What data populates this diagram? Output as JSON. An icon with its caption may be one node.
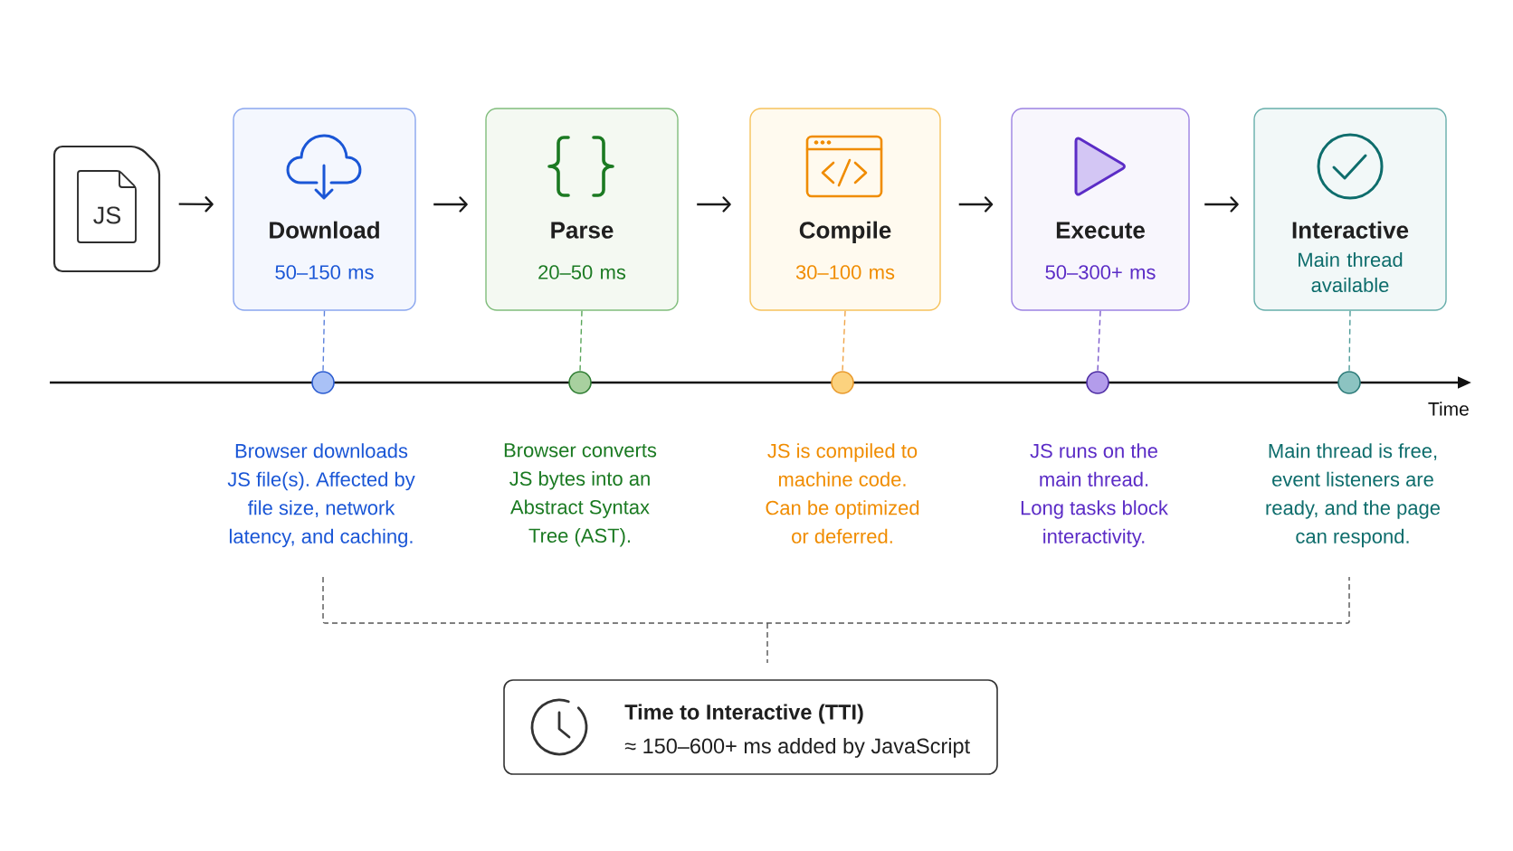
{
  "diagram": {
    "nodes": [
      {
        "text": [
          "JS"
        ]
      },
      {
        "text": [
          "Download",
          "50–150 ms"
        ]
      },
      {
        "text": [
          "Parse",
          "20–50 ms"
        ]
      },
      {
        "text": [
          "Compile",
          "30–100 ms"
        ]
      },
      {
        "text": [
          "Execute",
          "50–300+ ms"
        ]
      },
      {
        "text": [
          "Interactive",
          "Main thread available"
        ]
      },
      {
        "text": [],
        "shape": "circle",
        "beside": [
          "Browser downloads JS file(s). Affected by file size, network latency, and caching."
        ]
      },
      {
        "text": [],
        "shape": "circle",
        "beside": [
          "Browser converts JS bytes into an Abstract Syntax Tree (AST)."
        ]
      },
      {
        "text": [],
        "shape": "circle",
        "beside": [
          "JS is compiled to machine code. Can be optimized or deferred."
        ]
      },
      {
        "text": [],
        "shape": "circle",
        "beside": [
          "JS runs on the main thread. Long tasks block interactivity."
        ]
      },
      {
        "text": [],
        "shape": "circle",
        "beside": [
          "Main thread is free, event listeners are ready, and the page can respond."
        ]
      },
      {
        "text": [
          "Time to Interactive (TTI)",
          "≈ 150–600+ ms added by JavaScript"
        ]
      }
    ],
    "edges": [
      {
        "from": 0,
        "to": 1,
        "arrow": "to"
      },
      {
        "from": 1,
        "to": 2,
        "arrow": "to"
      },
      {
        "from": 2,
        "to": 3,
        "arrow": "to"
      },
      {
        "from": 3,
        "to": 4,
        "arrow": "to"
      },
      {
        "from": 4,
        "to": 5,
        "arrow": "to"
      },
      {
        "from": 1,
        "to": 6,
        "arrow": "none",
        "style": "dashed",
        "color": "#5d82dc"
      },
      {
        "from": 2,
        "to": 7,
        "arrow": "none",
        "style": "dashed",
        "color": "#5aa65a"
      },
      {
        "from": 3,
        "to": 8,
        "arrow": "none",
        "style": "dashed",
        "color": "#f0a54a"
      },
      {
        "from": 4,
        "to": 9,
        "arrow": "none",
        "style": "dashed",
        "color": "#7d5ccc"
      },
      {
        "from": 5,
        "to": 10,
        "arrow": "none",
        "style": "dashed",
        "color": "#4f9c99"
      }
    ],
    "labels": [
      "Time"
    ]
  }
}
